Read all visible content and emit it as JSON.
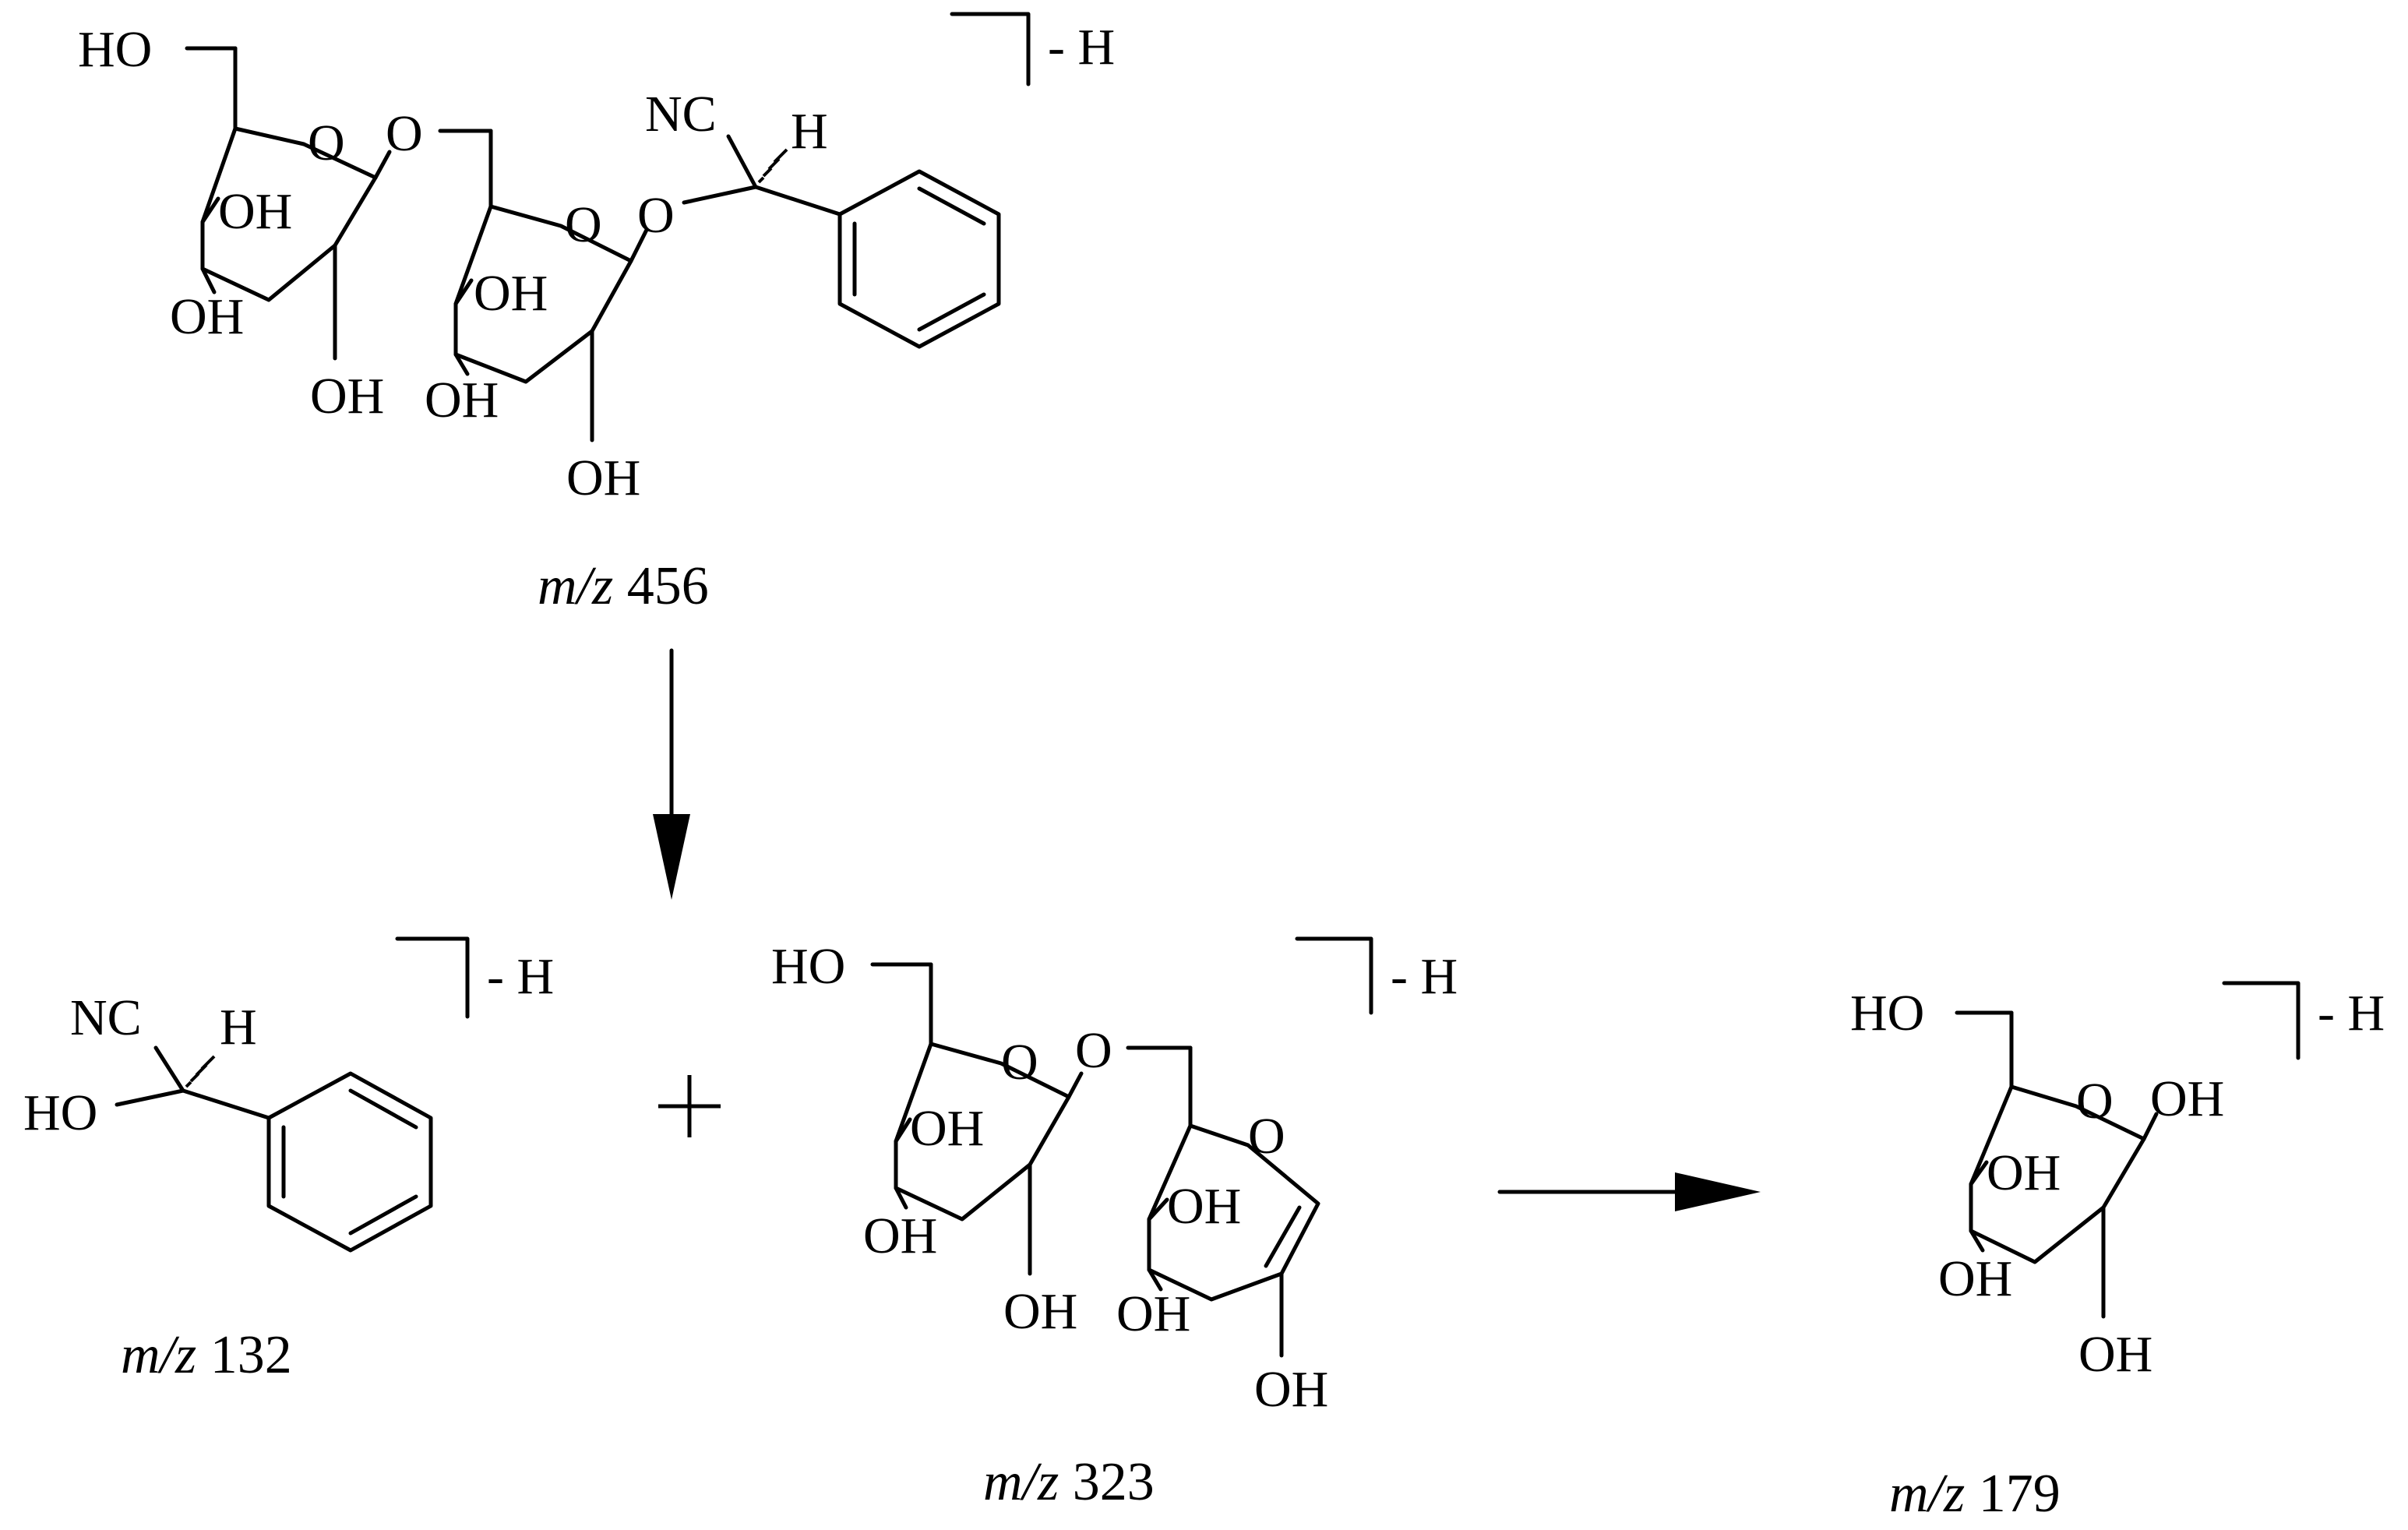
{
  "scheme": {
    "precursor": {
      "label": {
        "prefix": "m/z",
        "value": "456"
      },
      "charge": "- H",
      "atoms": {
        "ho_6": "HO",
        "o_ring_a": "O",
        "o_link": "O",
        "oh_a4": "OH",
        "oh_a3": "OH",
        "oh_a2": "OH",
        "o_ring_b": "O",
        "oh_b4": "OH",
        "oh_b3": "OH",
        "oh_b2": "OH",
        "o_aglycone": "O",
        "nc": "NC",
        "h_chiral": "H"
      }
    },
    "fragment_132": {
      "label": {
        "prefix": "m/z",
        "value": "132"
      },
      "charge": "- H",
      "atoms": {
        "nc": "NC",
        "h_chiral": "H",
        "ho": "HO"
      }
    },
    "fragment_323": {
      "label": {
        "prefix": "m/z",
        "value": "323"
      },
      "charge": "- H",
      "atoms": {
        "ho_6": "HO",
        "o_ring_a": "O",
        "o_link": "O",
        "oh_a4": "OH",
        "oh_a3": "OH",
        "oh_a2": "OH",
        "o_ring_b": "O",
        "oh_b4": "OH",
        "oh_b3": "OH",
        "oh_enol": "OH"
      }
    },
    "fragment_179": {
      "label": {
        "prefix": "m/z",
        "value": "179"
      },
      "charge": "- H",
      "atoms": {
        "ho_6": "HO",
        "o_ring": "O",
        "oh_1": "OH",
        "oh_4": "OH",
        "oh_3": "OH",
        "oh_2": "OH"
      }
    }
  }
}
